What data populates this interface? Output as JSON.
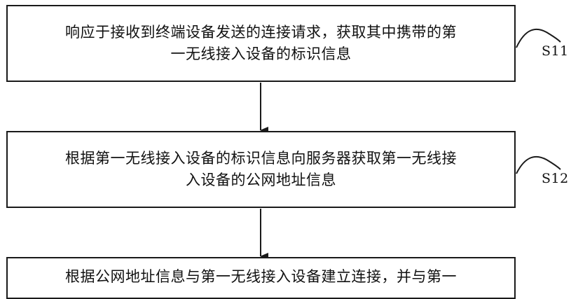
{
  "flowchart": {
    "steps": [
      {
        "text_line1": "响应于接收到终端设备发送的连接请求，获取其中携带的第",
        "text_line2": "一无线接入设备的标识信息",
        "label": "S11"
      },
      {
        "text_line1": "根据第一无线接入设备的标识信息向服务器获取第一无线接",
        "text_line2": "入设备的公网地址信息",
        "label": "S12"
      },
      {
        "text_line1": "根据公网地址信息与第一无线接入设备建立连接，并与第一"
      }
    ]
  }
}
